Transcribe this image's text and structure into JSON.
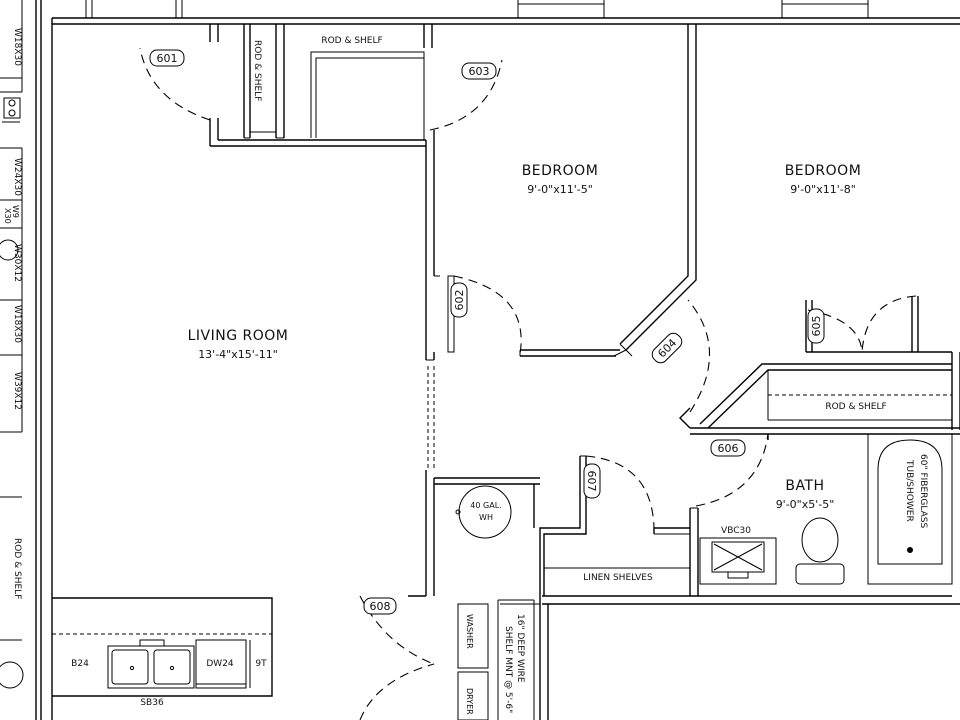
{
  "rooms": {
    "living": {
      "name": "LIVING ROOM",
      "dims": "13'-4\"x15'-11\""
    },
    "bedroom1": {
      "name": "BEDROOM",
      "dims": "9'-0\"x11'-5\""
    },
    "bedroom2": {
      "name": "BEDROOM",
      "dims": "9'-0\"x11'-8\""
    },
    "bath": {
      "name": "BATH",
      "dims": "9'-0\"x5'-5\""
    }
  },
  "doors": [
    "601",
    "602",
    "603",
    "604",
    "605",
    "606",
    "607",
    "608"
  ],
  "labels": {
    "rod_shelf_vertical": "ROD & SHELF",
    "rod_shelf_top": "ROD & SHELF",
    "rod_shelf_bed2": "ROD & SHELF",
    "rod_shelf_left": "ROD & SHELF",
    "linen": "LINEN SHELVES",
    "water_heater_1": "40 GAL.",
    "water_heater_2": "WH",
    "tub_1": "60\" FIBERGLASS",
    "tub_2": "TUB/SHOWER",
    "vanity": "VBC30",
    "washer": "WASHER",
    "dryer": "DRYER",
    "shelf_1": "16\" DEEP WIRE",
    "shelf_2": "SHELF MNT @ 5'-6\"",
    "b24": "B24",
    "sb36": "SB36",
    "dw24": "DW24",
    "nine_t": "9T"
  },
  "cabinets": [
    "W18X30",
    "W24X30",
    "W9",
    "X30",
    "W30X12",
    "W18X30",
    "W39X12"
  ]
}
